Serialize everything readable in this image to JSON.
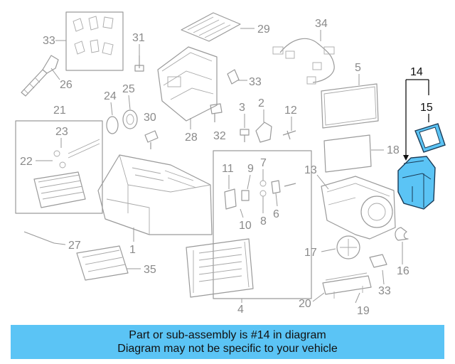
{
  "diagram": {
    "highlight_color": "#5bc4f5",
    "banner_color": "#5bc4f5",
    "callouts": [
      "1",
      "2",
      "3",
      "4",
      "5",
      "6",
      "7",
      "8",
      "9",
      "10",
      "11",
      "12",
      "13",
      "14",
      "15",
      "16",
      "17",
      "18",
      "19",
      "20",
      "21",
      "22",
      "23",
      "24",
      "25",
      "26",
      "27",
      "28",
      "29",
      "30",
      "31",
      "32",
      "33",
      "33",
      "33",
      "34",
      "35"
    ]
  },
  "banner": {
    "line1": "Part or sub-assembly is #14 in diagram",
    "line2": "Diagram may not be specific to your vehicle"
  }
}
